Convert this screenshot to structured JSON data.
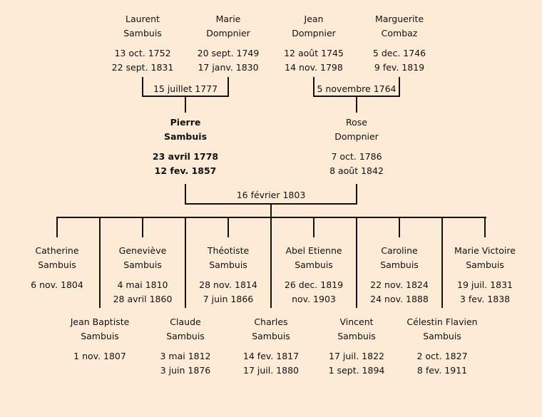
{
  "grandparents": [
    {
      "first": "Laurent",
      "last": "Sambuis",
      "birth": "13 oct. 1752",
      "death": "22 sept. 1831"
    },
    {
      "first": "Marie",
      "last": "Dompnier",
      "birth": "20 sept. 1749",
      "death": "17 janv. 1830"
    },
    {
      "first": "Jean",
      "last": "Dompnier",
      "birth": "12 août 1745",
      "death": "14 nov. 1798"
    },
    {
      "first": "Marguerite",
      "last": "Combaz",
      "birth": "5 dec. 1746",
      "death": "9 fev. 1819"
    }
  ],
  "grandparent_marriages": [
    "15 juillet 1777",
    "5 novembre 1764"
  ],
  "parents": [
    {
      "first": "Pierre",
      "last": "Sambuis",
      "birth": "23 avril 1778",
      "death": "12 fev. 1857"
    },
    {
      "first": "Rose",
      "last": "Dompnier",
      "birth": "7 oct. 1786",
      "death": "8 août 1842"
    }
  ],
  "parent_marriage": "16 février 1803",
  "children": [
    {
      "first": "Catherine",
      "last": "Sambuis",
      "birth": "6 nov. 1804",
      "death": ""
    },
    {
      "first": "Jean Baptiste",
      "last": "Sambuis",
      "birth": "1 nov. 1807",
      "death": ""
    },
    {
      "first": "Geneviève",
      "last": "Sambuis",
      "birth": "4 mai 1810",
      "death": "28 avril 1860"
    },
    {
      "first": "Claude",
      "last": "Sambuis",
      "birth": "3 mai 1812",
      "death": "3 juin 1876"
    },
    {
      "first": "Théotiste",
      "last": "Sambuis",
      "birth": "28 nov. 1814",
      "death": "7 juin 1866"
    },
    {
      "first": "Charles",
      "last": "Sambuis",
      "birth": "14 fev. 1817",
      "death": "17 juil. 1880"
    },
    {
      "first": "Abel Etienne",
      "last": "Sambuis",
      "birth": "26 dec. 1819",
      "death": "nov. 1903"
    },
    {
      "first": "Vincent",
      "last": "Sambuis",
      "birth": "17 juil. 1822",
      "death": "1 sept. 1894"
    },
    {
      "first": "Caroline",
      "last": "Sambuis",
      "birth": "22 nov. 1824",
      "death": "24 nov. 1888"
    },
    {
      "first": "Célestin Flavien",
      "last": "Sambuis",
      "birth": "2 oct. 1827",
      "death": "8 fev. 1911"
    },
    {
      "first": "Marie Victoire",
      "last": "Sambuis",
      "birth": "19 juil. 1831",
      "death": "3 fev. 1838"
    }
  ]
}
